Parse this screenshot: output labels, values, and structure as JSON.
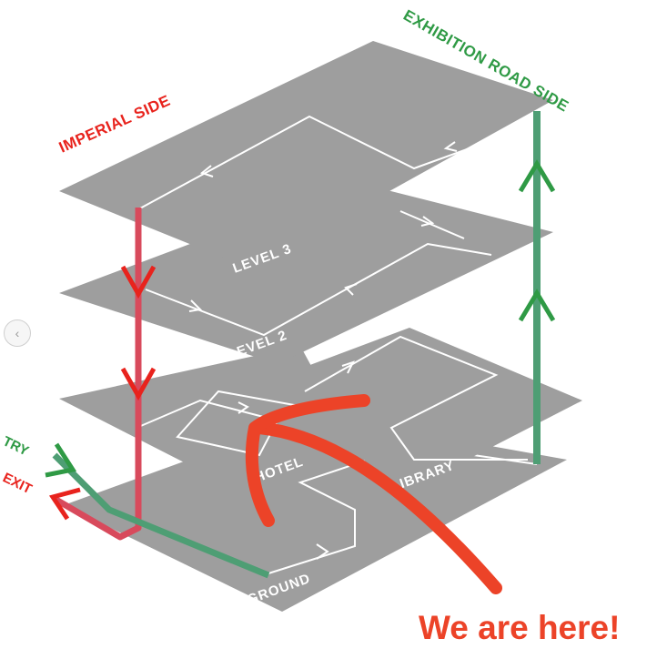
{
  "colors": {
    "floor": "#9e9e9e",
    "route": "#ffffff",
    "imperial": "#e8231d",
    "exhibition": "#2f9a45",
    "down_path": "#d84a5c",
    "up_path": "#4e9e74",
    "annotation": "#ec4328"
  },
  "labels": {
    "imperial_side": "IMPERIAL SIDE",
    "exhibition_side": "EXHIBITION ROAD SIDE",
    "entry": "TRY",
    "exit": "EXIT",
    "we_are_here": "We are here!"
  },
  "floors": {
    "level3": "LEVEL 3",
    "level2": "LEVEL 2",
    "hotel": "HOTEL",
    "library": "LIBRARY",
    "ground": "GROUND"
  },
  "icons": {
    "prev": "chevron-left-icon"
  }
}
